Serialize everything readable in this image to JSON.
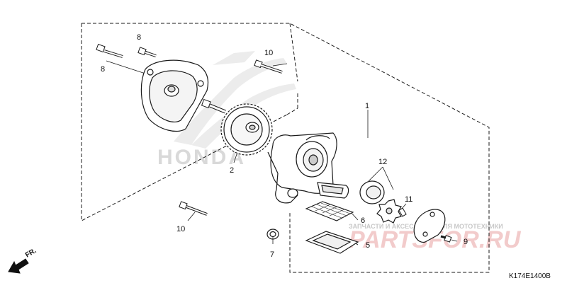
{
  "watermark": {
    "brand": "HONDA",
    "site": "PARTSFOR.RU",
    "tagline": "ЗАПЧАСТИ И АКСЕССУАРЫ ДЛЯ МОТОТЕХНИКИ"
  },
  "direction_label": "FR.",
  "diagram_code": "K174E1400B",
  "callouts": {
    "c1": "1",
    "c2": "2",
    "c5": "5",
    "c6": "6",
    "c7": "7",
    "c8a": "8",
    "c8b": "8",
    "c9": "9",
    "c10a": "10",
    "c10b": "10",
    "c11": "11",
    "c12": "12"
  },
  "colors": {
    "line": "#1a1a1a",
    "brand_watermark": "#d9d9d9",
    "site_watermark": "#e8a0a0"
  }
}
